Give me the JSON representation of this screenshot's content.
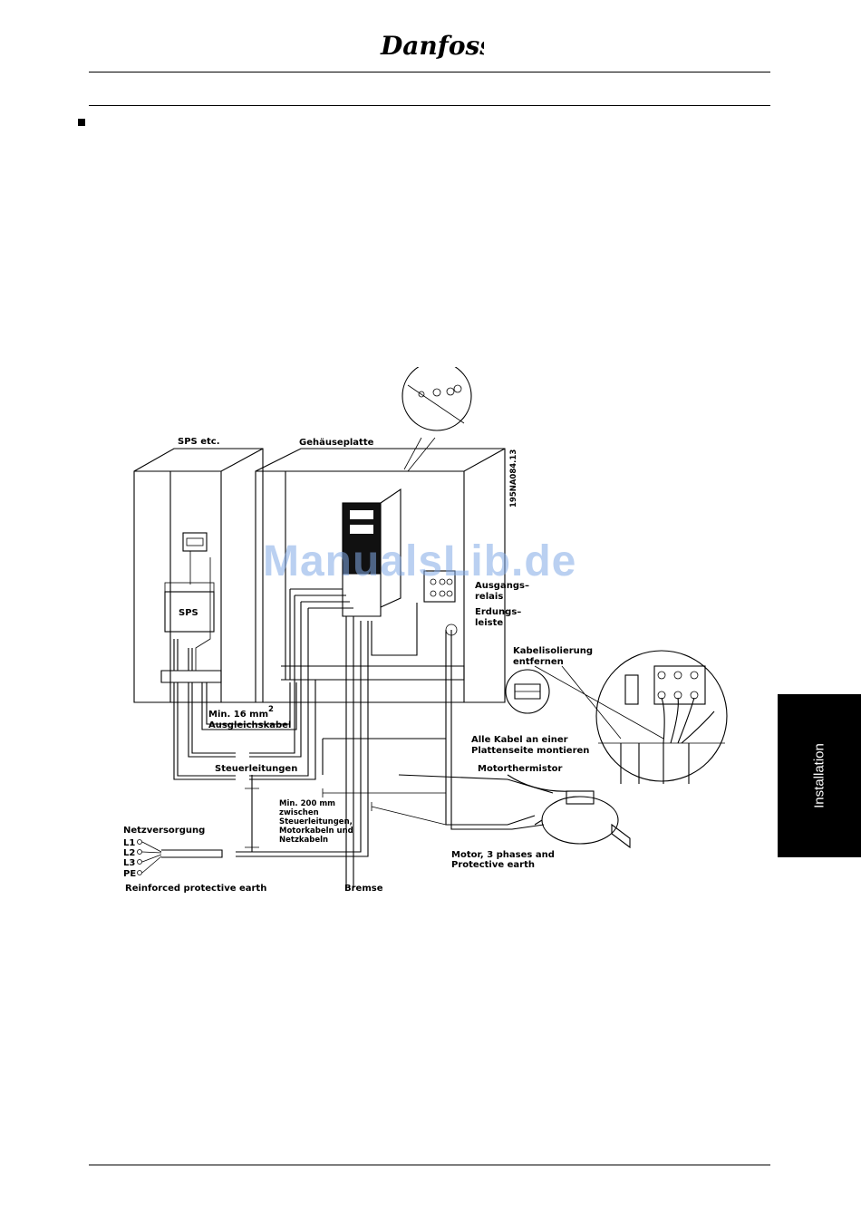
{
  "header": {
    "brand": "Danfoss"
  },
  "figure": {
    "labels": {
      "sps_etc": "SPS etc.",
      "gehaeuseplatte": "Gehäuseplatte",
      "part_number": "195NA084.13",
      "sps": "SPS",
      "ausgangs_1": "Ausgangs–",
      "ausgangs_2": "relais",
      "erdungs_1": "Erdungs–",
      "erdungs_2": "leiste",
      "kabel_1": "Kabelisolierung",
      "kabel_2": "entfernen",
      "min16_1": "Min. 16 mm",
      "min16_sup": "2",
      "min16_2": "Ausgleichskabel",
      "alle_1": "Alle Kabel an einer",
      "alle_2": "Plattenseite montieren",
      "steuerleitungen": "Steuerleitungen",
      "motorthermistor": "Motorthermistor",
      "min200_1": "Min. 200 mm",
      "min200_2": "zwischen",
      "min200_3": "Steuerleitungen,",
      "min200_4": "Motorkabeln und",
      "min200_5": "Netzkabeln",
      "netzversorgung": "Netzversorgung",
      "l1": "L1",
      "l2": "L2",
      "l3": "L3",
      "pe": "PE",
      "motor_1": "Motor, 3 phases and",
      "motor_2": "Protective earth",
      "reinforced": "Reinforced protective earth",
      "bremse": "Bremse"
    }
  },
  "watermark": "ManualsLib.de",
  "side_tab": {
    "label": "Installation"
  }
}
